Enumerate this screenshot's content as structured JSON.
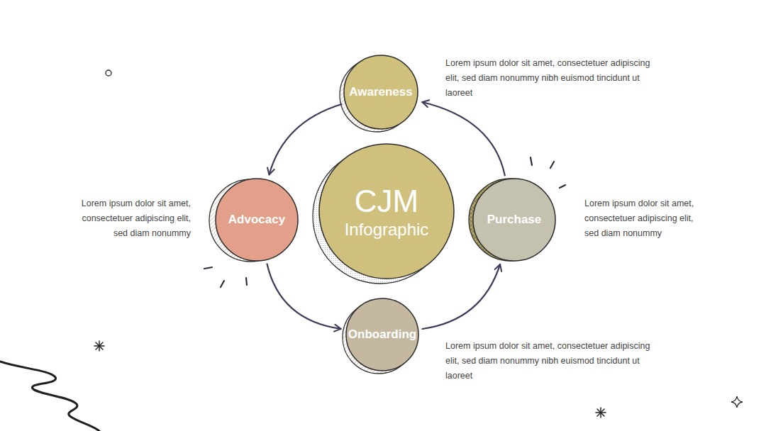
{
  "diagram": {
    "nodes": [
      {
        "text": [
          "Awareness"
        ]
      },
      {
        "text": [
          "Advocacy"
        ]
      },
      {
        "text": [
          "CJM",
          "Infographic"
        ]
      },
      {
        "text": [
          "Purchase"
        ]
      },
      {
        "text": [
          "Onboarding"
        ]
      }
    ],
    "edges": [
      {
        "from": 0,
        "to": 1,
        "arrow": "to"
      },
      {
        "from": 1,
        "to": 4,
        "arrow": "to"
      },
      {
        "from": 4,
        "to": 3,
        "arrow": "to"
      },
      {
        "from": 3,
        "to": 0,
        "arrow": "to"
      }
    ],
    "labels": [
      "Lorem ipsum dolor sit amet, consectetuer adipiscing elit, sed diam nonummy nibh euismod tincidunt ut laoreet",
      "Lorem ipsum dolor sit amet, consectetuer adipiscing elit, sed diam nonummy",
      "Lorem ipsum dolor sit amet, consectetuer adipiscing elit, sed diam nonummy",
      "Lorem ipsum dolor sit amet, consectetuer adipiscing elit, sed diam nonummy nibh euismod tincidunt ut laoreet"
    ]
  }
}
